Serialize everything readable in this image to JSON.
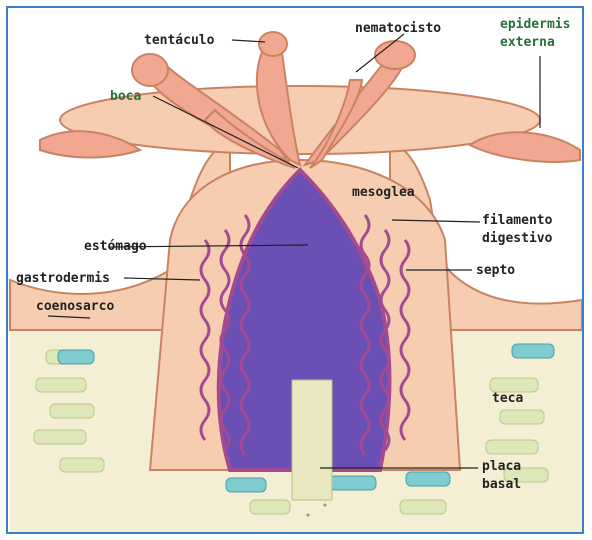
{
  "colors": {
    "tissue": "#f6cdb0",
    "tissue_edge": "#c98363",
    "tentacle": "#f2a890",
    "stomach": "#6a4fb4",
    "septa": "#a24b92",
    "skeleton": "#f4efd4",
    "blocks_teal": "#7ecbd0",
    "label_line": "#222222"
  },
  "labels": {
    "tentaculo": "tentáculo",
    "nematocisto": "nematocisto",
    "epidermis_1": "epidermis",
    "epidermis_2": "externa",
    "boca": "boca",
    "mesoglea": "mesoglea",
    "filamento_1": "filamento",
    "filamento_2": "digestivo",
    "estomago": "estómago",
    "septo": "septo",
    "gastrodermis": "gastrodermis",
    "coenosarco": "coenosarco",
    "teca": "teca",
    "placa_1": "placa",
    "placa_2": "basal"
  }
}
